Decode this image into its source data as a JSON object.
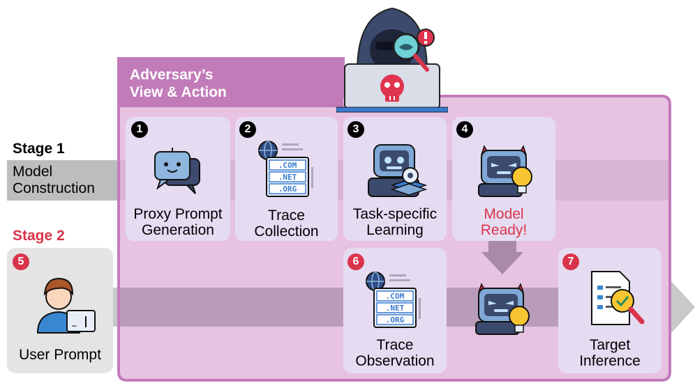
{
  "adversary": {
    "title_line1": "Adversary’s",
    "title_line2": "View & Action"
  },
  "stage1": {
    "label": "Stage 1",
    "band_line1": "Model",
    "band_line2": "Construction"
  },
  "stage2": {
    "label": "Stage 2"
  },
  "steps": [
    {
      "num": "1",
      "line1": "Proxy Prompt",
      "line2": "Generation",
      "icon": "chat-bot-icon"
    },
    {
      "num": "2",
      "line1": "Trace",
      "line2": "Collection",
      "icon": "dns-server-icon"
    },
    {
      "num": "3",
      "line1": "Task-specific",
      "line2": "Learning",
      "icon": "robot-learning-icon"
    },
    {
      "num": "4",
      "line1": "Model",
      "line2": "Ready!",
      "icon": "devil-robot-bulb-icon"
    },
    {
      "num": "5",
      "line1": "User Prompt",
      "line2": "",
      "icon": "user-typing-icon"
    },
    {
      "num": "6",
      "line1": "Trace",
      "line2": "Observation",
      "icon": "dns-server-icon"
    },
    {
      "num": "7",
      "line1": "Target",
      "line2": "Inference",
      "icon": "document-search-icon"
    }
  ],
  "dns": {
    "com": ".COM",
    "net": ".NET",
    "org": ".ORG"
  },
  "colors": {
    "purple_border": "#c27bb9",
    "purple_fill": "#e7c3e1",
    "card": "#e6dcf2",
    "band": "#b89bb8",
    "gray_band": "#b8b8b8",
    "accent_red": "#d9344b",
    "hacker_hood": "#3c4a6e",
    "robot_blue": "#7fa8d6"
  }
}
